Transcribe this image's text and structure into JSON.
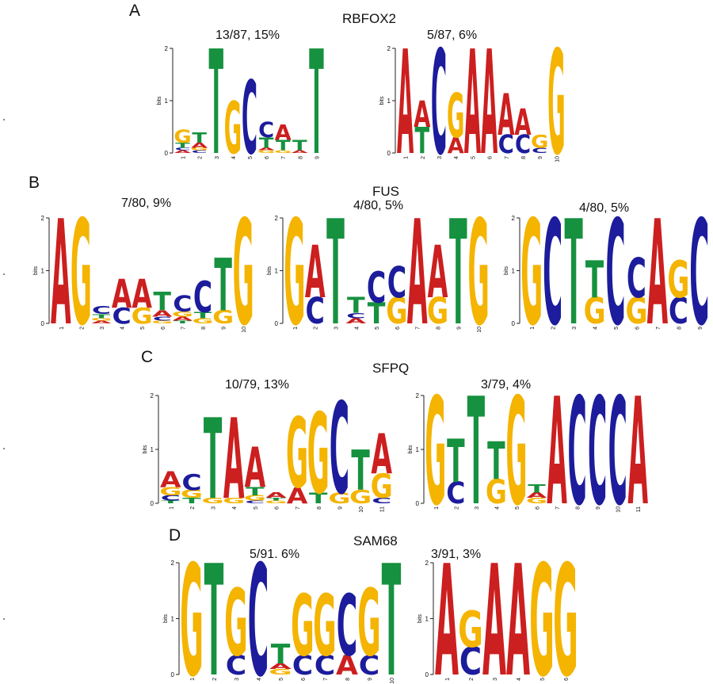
{
  "colors": {
    "A": "#cc1f1f",
    "C": "#1c1c9c",
    "G": "#f4b400",
    "T": "#16913f"
  },
  "axis": {
    "ylabel": "bits",
    "yticks": [
      "0",
      "1",
      "2"
    ]
  },
  "panels": [
    {
      "letter": "A",
      "protein": "RBFOX2",
      "logos": [
        {
          "label": "13/87, 15%",
          "columns": [
            {
              "G": 0.25,
              "T": 0.1,
              "A": 0.05,
              "C": 0.05
            },
            {
              "T": 0.2,
              "A": 0.1,
              "C": 0.05,
              "G": 0.05
            },
            {
              "T": 2.0
            },
            {
              "G": 1.0
            },
            {
              "C": 1.4
            },
            {
              "C": 0.3,
              "T": 0.2,
              "G": 0.05,
              "A": 0.05
            },
            {
              "A": 0.3,
              "T": 0.2,
              "G": 0.05
            },
            {
              "T": 0.2,
              "A": 0.05
            },
            {
              "T": 2.0
            }
          ]
        },
        {
          "label": "5/87, 6%",
          "columns": [
            {
              "A": 2.0
            },
            {
              "T": 0.5,
              "A": 0.5
            },
            {
              "C": 2.0
            },
            {
              "G": 0.85,
              "A": 0.3
            },
            {
              "A": 2.0
            },
            {
              "A": 2.0
            },
            {
              "A": 0.8,
              "C": 0.35
            },
            {
              "A": 0.5,
              "C": 0.35
            },
            {
              "G": 0.25,
              "C": 0.1
            },
            {
              "G": 2.0
            }
          ]
        }
      ]
    },
    {
      "letter": "B",
      "protein": "FUS",
      "logos": [
        {
          "label": "7/80, 9%",
          "columns": [
            {
              "A": 2.0
            },
            {
              "G": 2.0
            },
            {
              "C": 0.15,
              "T": 0.08,
              "A": 0.05,
              "G": 0.05
            },
            {
              "A": 0.55,
              "C": 0.3
            },
            {
              "A": 0.55,
              "G": 0.3
            },
            {
              "T": 0.35,
              "A": 0.12,
              "C": 0.08,
              "G": 0.05
            },
            {
              "C": 0.3,
              "G": 0.1,
              "A": 0.08,
              "T": 0.05
            },
            {
              "C": 0.6,
              "T": 0.12,
              "G": 0.1
            },
            {
              "T": 1.0,
              "G": 0.25
            },
            {
              "G": 2.0
            }
          ]
        },
        {
          "label": "4/80, 5%",
          "columns": [
            {
              "G": 2.0
            },
            {
              "A": 1.0,
              "C": 0.5
            },
            {
              "T": 2.0
            },
            {
              "T": 0.3,
              "A": 0.1,
              "C": 0.1
            },
            {
              "T": 0.4,
              "C": 0.6
            },
            {
              "G": 0.5,
              "C": 0.6
            },
            {
              "A": 2.0
            },
            {
              "A": 1.0,
              "G": 0.5
            },
            {
              "T": 2.0
            },
            {
              "G": 2.0
            }
          ]
        },
        {
          "label": "4/80, 5%",
          "columns": [
            {
              "G": 2.0
            },
            {
              "C": 2.0
            },
            {
              "T": 2.0
            },
            {
              "T": 0.7,
              "G": 0.5
            },
            {
              "C": 2.0
            },
            {
              "C": 0.75,
              "G": 0.5
            },
            {
              "A": 2.0
            },
            {
              "G": 0.7,
              "C": 0.5
            },
            {
              "C": 2.0
            }
          ]
        }
      ]
    },
    {
      "letter": "C",
      "protein": "SFPQ",
      "logos": [
        {
          "label": "10/79, 13%",
          "columns": [
            {
              "A": 0.3,
              "G": 0.15,
              "C": 0.1,
              "T": 0.05
            },
            {
              "C": 0.3,
              "G": 0.15,
              "T": 0.1
            },
            {
              "T": 1.5,
              "G": 0.1
            },
            {
              "A": 1.5,
              "G": 0.1
            },
            {
              "A": 0.75,
              "T": 0.15,
              "G": 0.1,
              "C": 0.05
            },
            {
              "A": 0.1,
              "G": 0.05,
              "T": 0.05
            },
            {
              "G": 1.3,
              "A": 0.3
            },
            {
              "G": 1.5,
              "T": 0.2
            },
            {
              "C": 1.7,
              "G": 0.2
            },
            {
              "T": 0.75,
              "G": 0.25
            },
            {
              "A": 0.75,
              "G": 0.45,
              "C": 0.1
            }
          ]
        },
        {
          "label": "3/79, 4%",
          "columns": [
            {
              "G": 2.0
            },
            {
              "T": 0.8,
              "C": 0.4
            },
            {
              "T": 2.0
            },
            {
              "T": 0.7,
              "G": 0.45
            },
            {
              "G": 2.0
            },
            {
              "T": 0.15,
              "G": 0.1,
              "A": 0.1
            },
            {
              "A": 2.0
            },
            {
              "C": 2.0
            },
            {
              "C": 2.0
            },
            {
              "C": 2.0
            },
            {
              "A": 2.0
            }
          ]
        }
      ]
    },
    {
      "letter": "D",
      "protein": "SAM68",
      "logos": [
        {
          "label": "5/91. 6%",
          "columns": [
            {
              "G": 2.0
            },
            {
              "T": 2.0
            },
            {
              "G": 1.2,
              "C": 0.35
            },
            {
              "C": 2.0
            },
            {
              "T": 0.35,
              "G": 0.1,
              "A": 0.1
            },
            {
              "G": 1.1,
              "C": 0.35
            },
            {
              "G": 1.1,
              "C": 0.35
            },
            {
              "C": 1.1,
              "A": 0.35
            },
            {
              "G": 1.2,
              "C": 0.35
            },
            {
              "T": 2.0
            }
          ]
        },
        {
          "label": "3/91, 3%",
          "columns": [
            {
              "A": 2.0
            },
            {
              "G": 0.65,
              "C": 0.5
            },
            {
              "A": 2.0
            },
            {
              "A": 2.0
            },
            {
              "G": 2.0
            },
            {
              "G": 2.0
            }
          ]
        }
      ]
    }
  ]
}
